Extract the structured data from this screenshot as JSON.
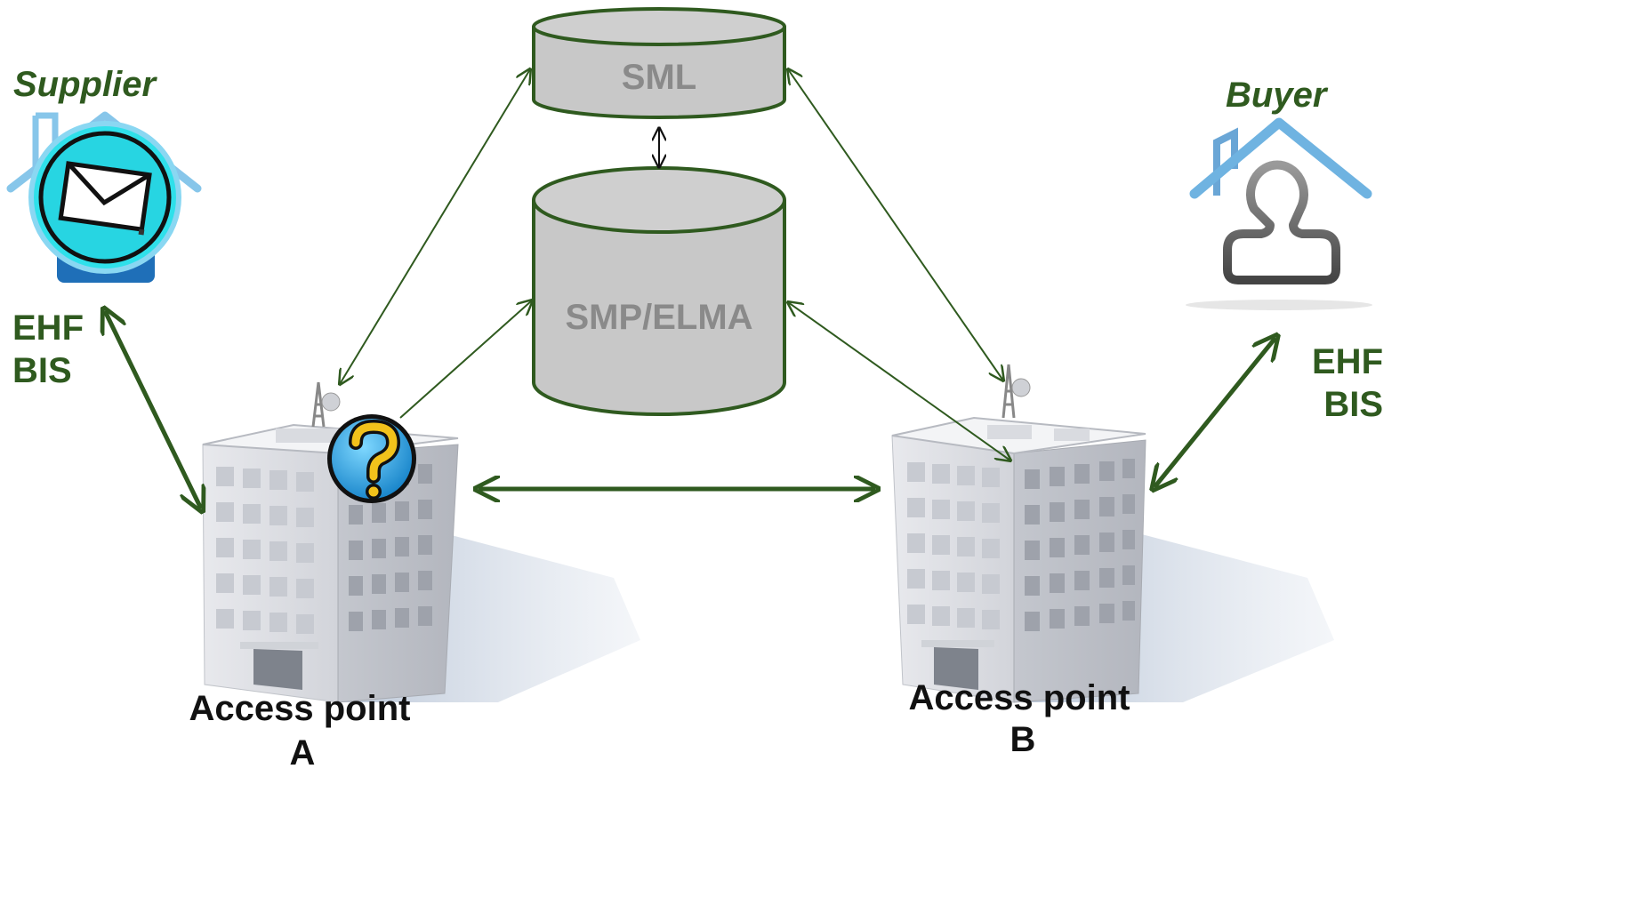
{
  "nodes": {
    "supplier": {
      "label": "Supplier",
      "format_line1": "EHF",
      "format_line2": "BIS"
    },
    "buyer": {
      "label": "Buyer",
      "format_line1": "EHF",
      "format_line2": "BIS"
    },
    "sml": {
      "label": "SML"
    },
    "smp": {
      "label": "SMP/ELMA"
    },
    "access_point_a": {
      "label_line1": "Access point",
      "label_line2": "A"
    },
    "access_point_b": {
      "label_line1": "Access point",
      "label_line2": "B"
    }
  },
  "colors": {
    "arrow": "#2f5a1f",
    "database_fill": "#c8c8c8",
    "database_stroke": "#2f5a1f",
    "label_green": "#2f5a1f",
    "database_text": "#8a8a8a"
  },
  "icons": {
    "supplier": "envelope-house-icon",
    "buyer": "person-house-icon",
    "query": "question-mark-icon",
    "building": "office-building-icon"
  }
}
